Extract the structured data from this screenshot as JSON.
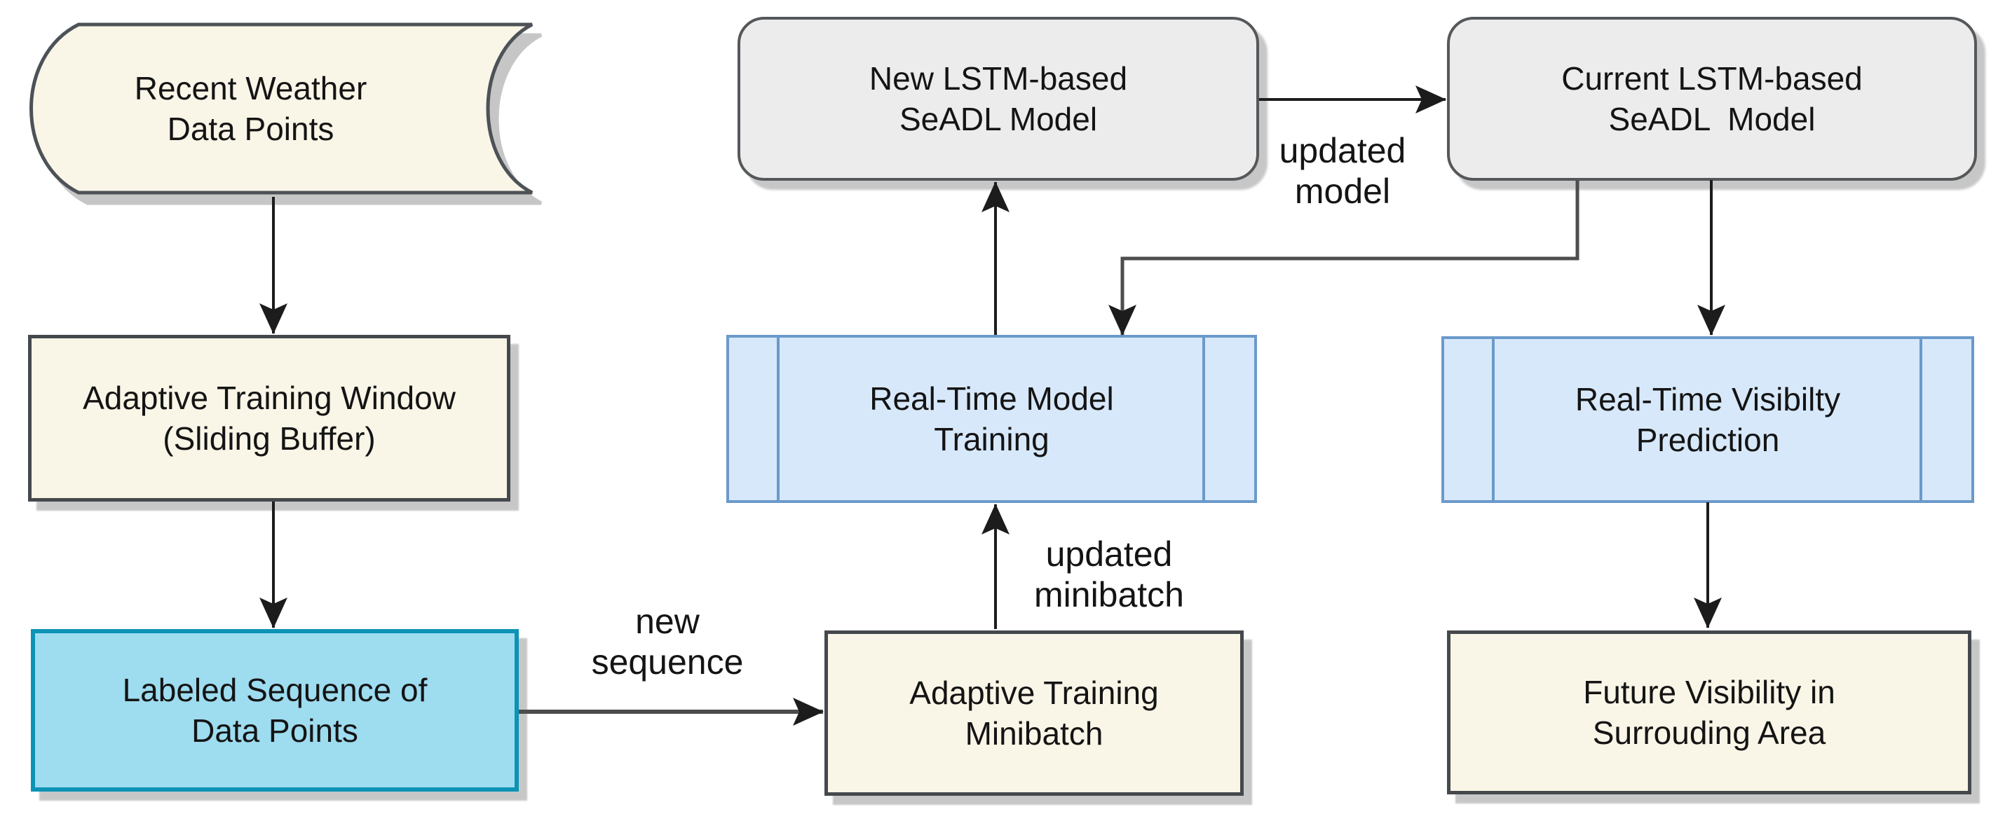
{
  "diagram": {
    "nodes": {
      "recent_weather": {
        "shape": "stored-data",
        "lines": [
          "Recent Weather",
          "Data Points"
        ]
      },
      "adaptive_training_window": {
        "shape": "process",
        "lines": [
          "Adaptive Training Window",
          "(Sliding Buffer)"
        ]
      },
      "labeled_sequence": {
        "shape": "process-highlighted",
        "lines": [
          "Labeled Sequence of",
          "Data Points"
        ]
      },
      "adaptive_training_minibatch": {
        "shape": "process",
        "lines": [
          "Adaptive Training",
          "Minibatch"
        ]
      },
      "real_time_model_training": {
        "shape": "subprocess",
        "lines": [
          "Real-Time Model",
          "Training"
        ]
      },
      "new_lstm_model": {
        "shape": "rounded-rect",
        "lines": [
          "New LSTM-based",
          "SeADL Model"
        ]
      },
      "current_lstm_model": {
        "shape": "rounded-rect",
        "lines": [
          "Current LSTM-based",
          "SeADL  Model"
        ]
      },
      "real_time_visibility_prediction": {
        "shape": "subprocess",
        "lines": [
          "Real-Time Visibilty",
          "Prediction"
        ]
      },
      "future_visibility": {
        "shape": "process",
        "lines": [
          "Future Visibility in",
          "Surrouding Area"
        ]
      }
    },
    "edge_labels": {
      "new_sequence": {
        "lines": [
          "new",
          "sequence"
        ]
      },
      "updated_minibatch": {
        "lines": [
          "updated",
          "minibatch"
        ]
      },
      "updated_model": {
        "lines": [
          "updated",
          "model"
        ]
      }
    },
    "colors": {
      "background": "#ffffff",
      "process_fill": "#f9f5e7",
      "process_border": "#45494d",
      "stored_data_border": "#4c5257",
      "highlight_fill": "#9edcf0",
      "highlight_border": "#0c93b5",
      "subprocess_fill": "#d7e8fa",
      "subprocess_border": "#6b9aca",
      "model_fill": "#ececec",
      "model_border": "#55585b",
      "arrow_black": "#1c1c1c",
      "arrow_gray": "#4d4d4d",
      "shadow": "#c7c7c7",
      "text": "#141414"
    }
  }
}
